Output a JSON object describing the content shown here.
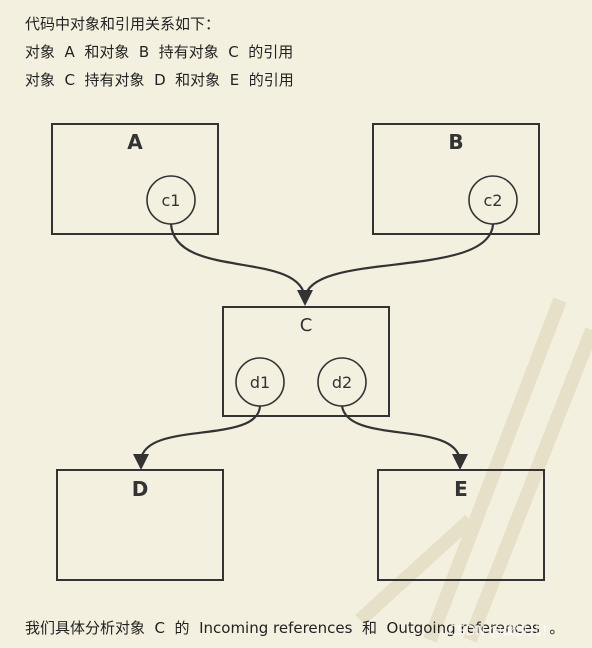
{
  "intro": {
    "line1": "代码中对象和引用关系如下：",
    "line2": "对象  A  和对象  B  持有对象  C  的引用",
    "line3": "对象  C  持有对象  D  和对象  E  的引用"
  },
  "nodes": {
    "A": "A",
    "B": "B",
    "C": "C",
    "D": "D",
    "E": "E",
    "c1": "c1",
    "c2": "c2",
    "d1": "d1",
    "d2": "d2"
  },
  "outro": "我们具体分析对象  C  的  Incoming references  和  Outgoing references  。",
  "watermark": "CSDN @菜饼儿！",
  "colors": {
    "background": "#f4f0df",
    "stroke": "#333333"
  }
}
